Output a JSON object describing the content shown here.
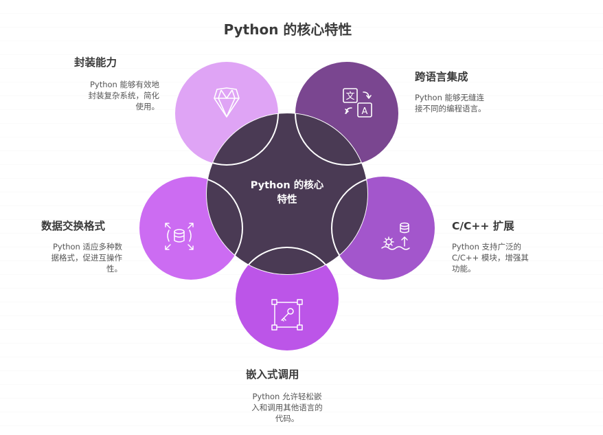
{
  "title": "Python 的核心特性",
  "center_label": "Python 的核心\n特性",
  "colors": {
    "center": "#4a3a54",
    "top_left": "#dfa4f5",
    "top_right": "#7a4690",
    "right": "#a356cc",
    "bottom": "#bc55e8",
    "left": "#cc6cf2"
  },
  "features": {
    "encapsulation": {
      "label": "封装能力",
      "desc_lines": [
        "Python 能够有效地",
        "封装复杂系统，简化",
        "使用。"
      ],
      "icon": "diamond-icon"
    },
    "cross_language": {
      "label": "跨语言集成",
      "desc_lines": [
        "Python 能够无缝连",
        "接不同的编程语言。"
      ],
      "icon": "translate-icon"
    },
    "c_extension": {
      "label": "C/C++ 扩展",
      "desc_lines": [
        "Python 支持广泛的",
        "C/C++ 模块，增强其",
        "功能。"
      ],
      "icon": "database-expand-icon"
    },
    "embedding": {
      "label": "嵌入式调用",
      "desc_lines": [
        "Python 允许轻松嵌",
        "入和调用其他语言的",
        "代码。"
      ],
      "icon": "key-frame-icon"
    },
    "data_exchange": {
      "label": "数据交换格式",
      "desc_lines": [
        "Python 适应多种数",
        "据格式，促进互操作",
        "性。"
      ],
      "icon": "database-arrows-icon"
    }
  }
}
